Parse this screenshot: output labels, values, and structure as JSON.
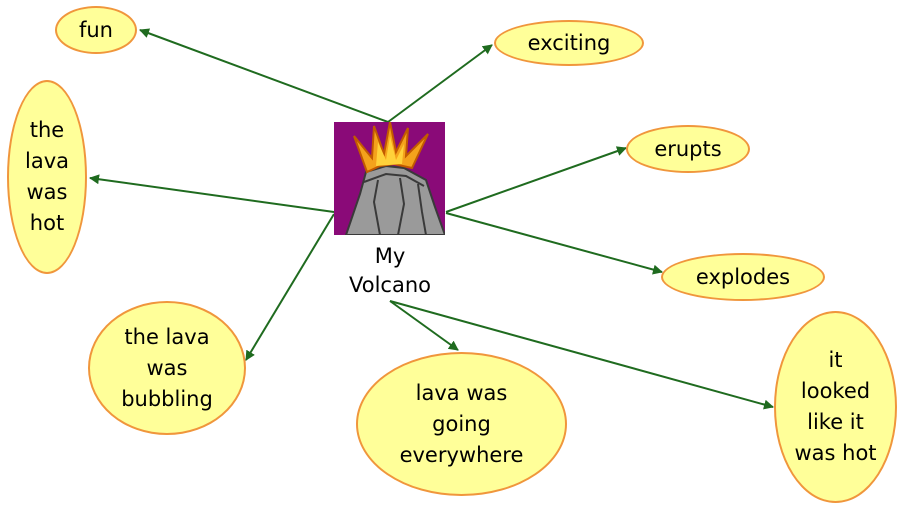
{
  "center": {
    "label": "My\nVolcano",
    "image": "volcano-erupting-icon"
  },
  "colors": {
    "node_fill": "#ffff99",
    "node_border": "#f0963c",
    "link": "#1f6b1f"
  },
  "nodes": [
    {
      "id": "fun",
      "label": "fun"
    },
    {
      "id": "exciting",
      "label": "exciting"
    },
    {
      "id": "the-lava-was-hot",
      "label": "the\nlava\nwas\nhot"
    },
    {
      "id": "erupts",
      "label": "erupts"
    },
    {
      "id": "explodes",
      "label": "explodes"
    },
    {
      "id": "the-lava-was-bubbling",
      "label": "the lava\nwas\nbubbling"
    },
    {
      "id": "lava-was-going-everywhere",
      "label": "lava was\ngoing\neverywhere"
    },
    {
      "id": "it-looked-like-it-was-hot",
      "label": "it\nlooked\nlike it\nwas hot"
    }
  ]
}
